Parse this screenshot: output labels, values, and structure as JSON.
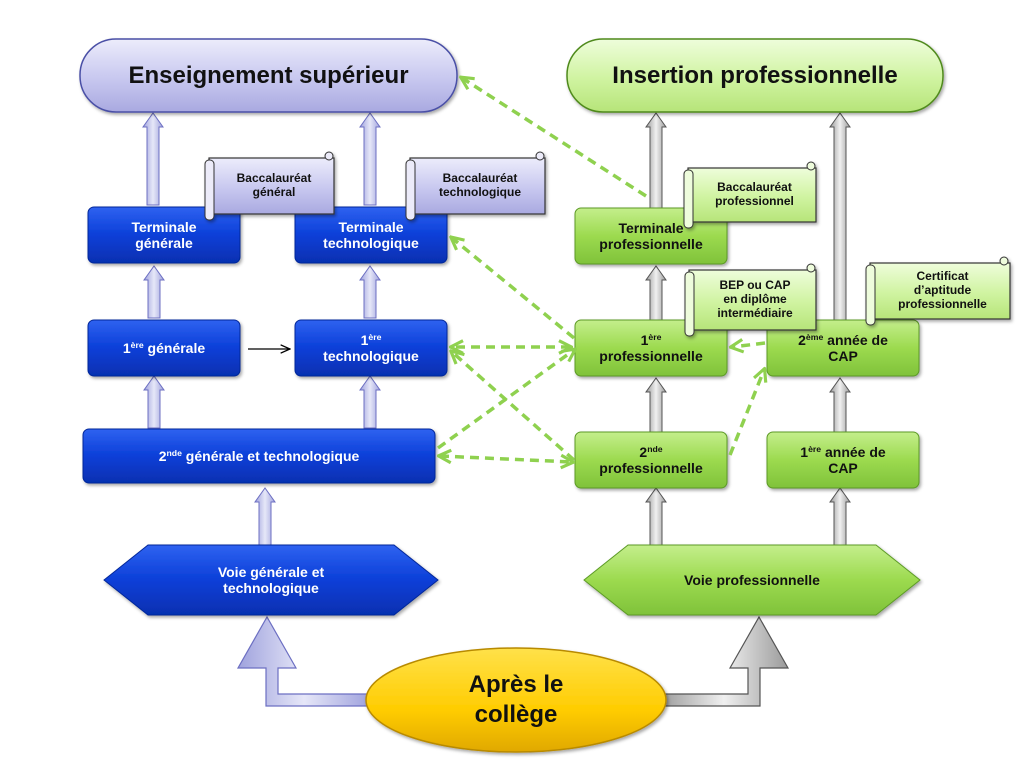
{
  "colors": {
    "blue": "#0a3fd6",
    "green": "#9bd94c",
    "lavender": "#c9c9ef",
    "pale_green": "#d4f5a8",
    "yellow": "#ffcc00",
    "dashed_arrow": "#8fd14f"
  },
  "top": {
    "superieur": "Enseignement supérieur",
    "insertion": "Insertion professionnelle"
  },
  "general": {
    "terminale_generale": [
      "Terminale",
      "générale"
    ],
    "terminale_techno": [
      "Terminale",
      "technologique"
    ],
    "premiere_generale": {
      "num": "1",
      "sup": "ère",
      "text": " générale"
    },
    "premiere_techno": {
      "num": "1",
      "sup": "ère",
      "line2": "technologique"
    },
    "seconde": {
      "num": "2",
      "sup": "nde",
      "text": " générale et technologique"
    },
    "voie": [
      "Voie générale et",
      "technologique"
    ]
  },
  "pro": {
    "terminale_pro": [
      "Terminale",
      "professionnelle"
    ],
    "premiere_pro": {
      "num": "1",
      "sup": "ère",
      "line2": "professionnelle"
    },
    "seconde_pro": {
      "num": "2",
      "sup": "nde",
      "line2": "professionnelle"
    },
    "deuxieme_cap": {
      "num": "2",
      "sup": "ème",
      "text": " année de",
      "line2": "CAP"
    },
    "premiere_cap": {
      "num": "1",
      "sup": "ère",
      "text": " année de",
      "line2": "CAP"
    },
    "voie": "Voie professionnelle"
  },
  "diplomas": {
    "bac_general": [
      "Baccalauréat",
      "général"
    ],
    "bac_techno": [
      "Baccalauréat",
      "technologique"
    ],
    "bac_pro": [
      "Baccalauréat",
      "professionnel"
    ],
    "bep_cap": [
      "BEP ou CAP",
      "en diplôme",
      "intermédiaire"
    ],
    "cap_cert": [
      "Certificat",
      "d’aptitude",
      "professionnelle"
    ]
  },
  "center": [
    "Après le",
    "collège"
  ]
}
